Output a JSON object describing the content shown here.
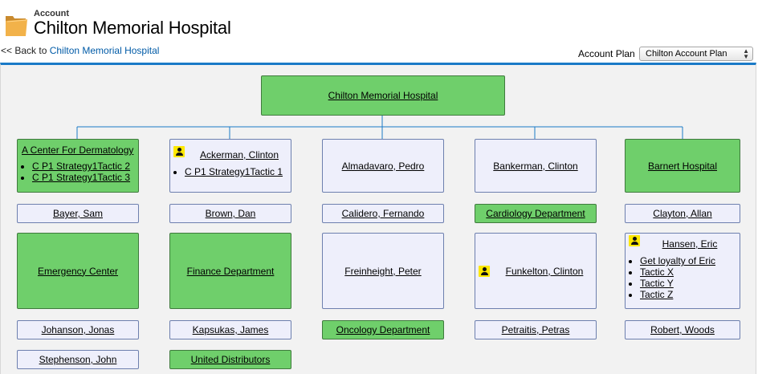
{
  "header": {
    "account_label": "Account",
    "title": "Chilton Memorial Hospital",
    "folder_icon": "folder-icon"
  },
  "back": {
    "prefix": "<< Back to ",
    "link": "Chilton Memorial Hospital"
  },
  "plan": {
    "label": "Account Plan",
    "selected": "Chilton Account Plan"
  },
  "colors": {
    "accent": "#1a7ac7",
    "account_node": "#6fcf6b",
    "contact_node": "#eeeffb",
    "contact_icon": "#fde800"
  },
  "root": {
    "label": "Chilton Memorial Hospital"
  },
  "row1": [
    {
      "label": "A Center For Dermatology",
      "tactics": [
        "C P1 Strategy1Tactic 2",
        "C P1 Strategy1Tactic 3"
      ]
    },
    {
      "label": "Ackerman, Clinton",
      "tactics": [
        "C P1 Strategy1Tactic 1"
      ]
    },
    {
      "label": "Almadavaro, Pedro"
    },
    {
      "label": "Bankerman, Clinton"
    },
    {
      "label": "Barnert Hospital"
    }
  ],
  "row2": [
    "Bayer, Sam",
    "Brown, Dan",
    "Calidero, Fernando",
    "Cardiology Department",
    "Clayton, Allan"
  ],
  "row3": [
    {
      "label": "Emergency Center"
    },
    {
      "label": "Finance Department"
    },
    {
      "label": "Freinheight, Peter"
    },
    {
      "label": "Funkelton, Clinton"
    },
    {
      "label": "Hansen, Eric",
      "tactics": [
        "Get loyalty of Eric",
        "Tactic X",
        "Tactic Y",
        "Tactic Z"
      ]
    }
  ],
  "row4": [
    "Johanson, Jonas",
    "Kapsukas, James",
    "Oncology Department",
    "Petraitis, Petras",
    "Robert, Woods"
  ],
  "row5": [
    "Stephenson, John",
    "United Distributors"
  ]
}
